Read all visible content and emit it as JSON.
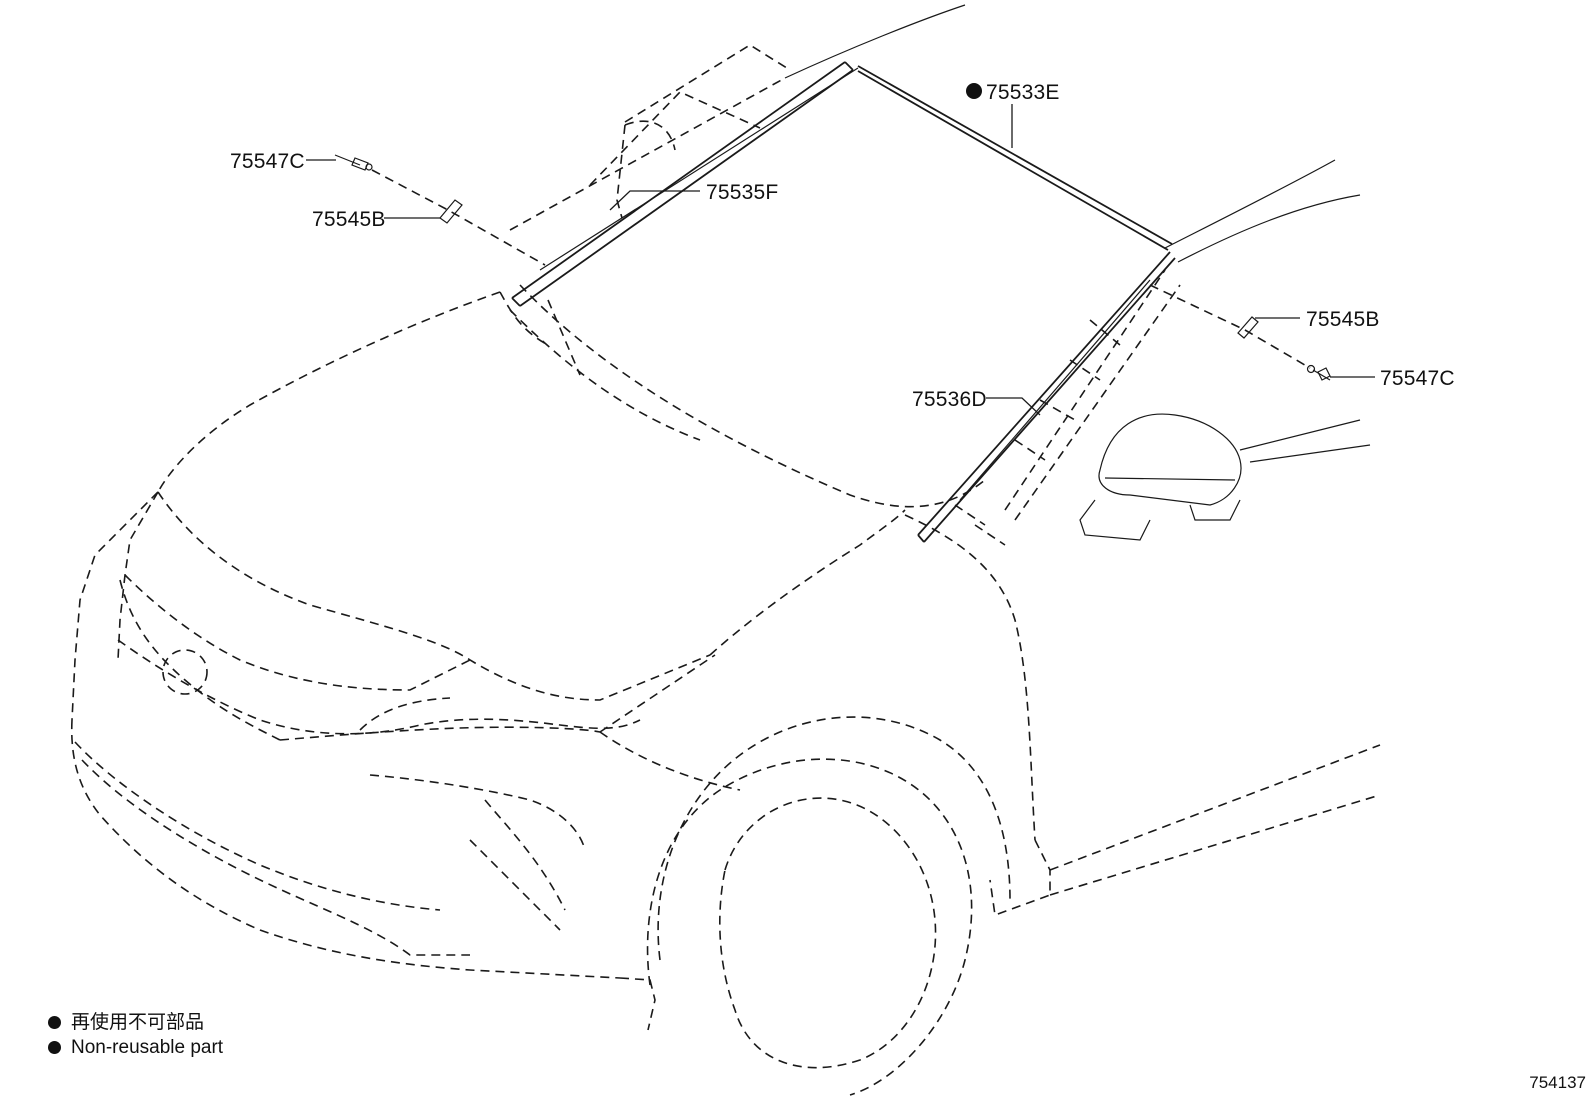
{
  "callouts": [
    {
      "id": "75533E",
      "label": "75533E",
      "non_reusable": true
    },
    {
      "id": "75535F",
      "label": "75535F",
      "non_reusable": false
    },
    {
      "id": "75536D",
      "label": "75536D",
      "non_reusable": false
    },
    {
      "id": "75545B-left",
      "label": "75545B",
      "non_reusable": false
    },
    {
      "id": "75547C-left",
      "label": "75547C",
      "non_reusable": false
    },
    {
      "id": "75545B-right",
      "label": "75545B",
      "non_reusable": false
    },
    {
      "id": "75547C-right",
      "label": "75547C",
      "non_reusable": false
    }
  ],
  "legend": {
    "japanese": "再使用不可部品",
    "english": "Non-reusable part"
  },
  "reference_number": "754137"
}
